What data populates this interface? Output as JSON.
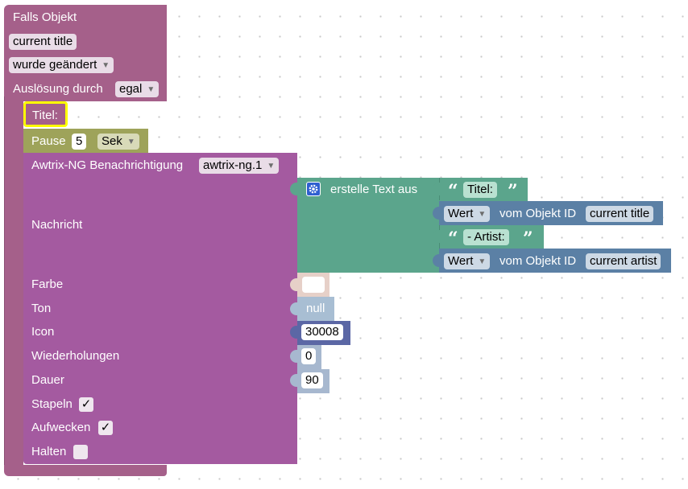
{
  "trigger": {
    "title": "Falls Objekt",
    "object_id": "current title",
    "condition": "wurde geändert",
    "trigger_by_label": "Auslösung durch",
    "trigger_by_value": "egal"
  },
  "comment_block": {
    "label": "Titel:"
  },
  "pause": {
    "label": "Pause",
    "value": "5",
    "unit": "Sek"
  },
  "notify": {
    "label": "Awtrix-NG Benachrichtigung",
    "instance": "awtrix-ng.1",
    "fields": {
      "message": "Nachricht",
      "color": "Farbe",
      "sound": "Ton",
      "icon": "Icon",
      "repeat": "Wiederholungen",
      "duration": "Dauer",
      "stack": "Stapeln",
      "wakeup": "Aufwecken",
      "hold": "Halten"
    },
    "values": {
      "sound": "null",
      "icon": "30008",
      "repeat": "0",
      "duration": "90"
    },
    "checks": {
      "stack": "✓",
      "wakeup": "✓",
      "hold": ""
    }
  },
  "text_join": {
    "label": "erstelle Text aus",
    "text1": "Titel:",
    "get1": {
      "mode": "Wert",
      "label": "vom Objekt ID",
      "object": "current title"
    },
    "text2": "- Artist:",
    "get2": {
      "mode": "Wert",
      "label": "vom Objekt ID",
      "object": "current artist"
    }
  },
  "quotes": {
    "open": "“",
    "close": "”"
  },
  "icons": {
    "gear": "gear-icon",
    "dropdown": "▼"
  },
  "colors": {
    "event": "#a5608a",
    "event_dark": "#8c4f75",
    "comment": "#a5608a",
    "highlight": "#ffff00",
    "timeout": "#9ea35a",
    "notify": "#a45aa0",
    "text": "#5ba58c",
    "getvalue": "#5b80a5",
    "color_block": "#e6d0c8",
    "null_block": "#a8bed3",
    "icon_block": "#5b67a5",
    "number_block": "#a7b8cf"
  }
}
